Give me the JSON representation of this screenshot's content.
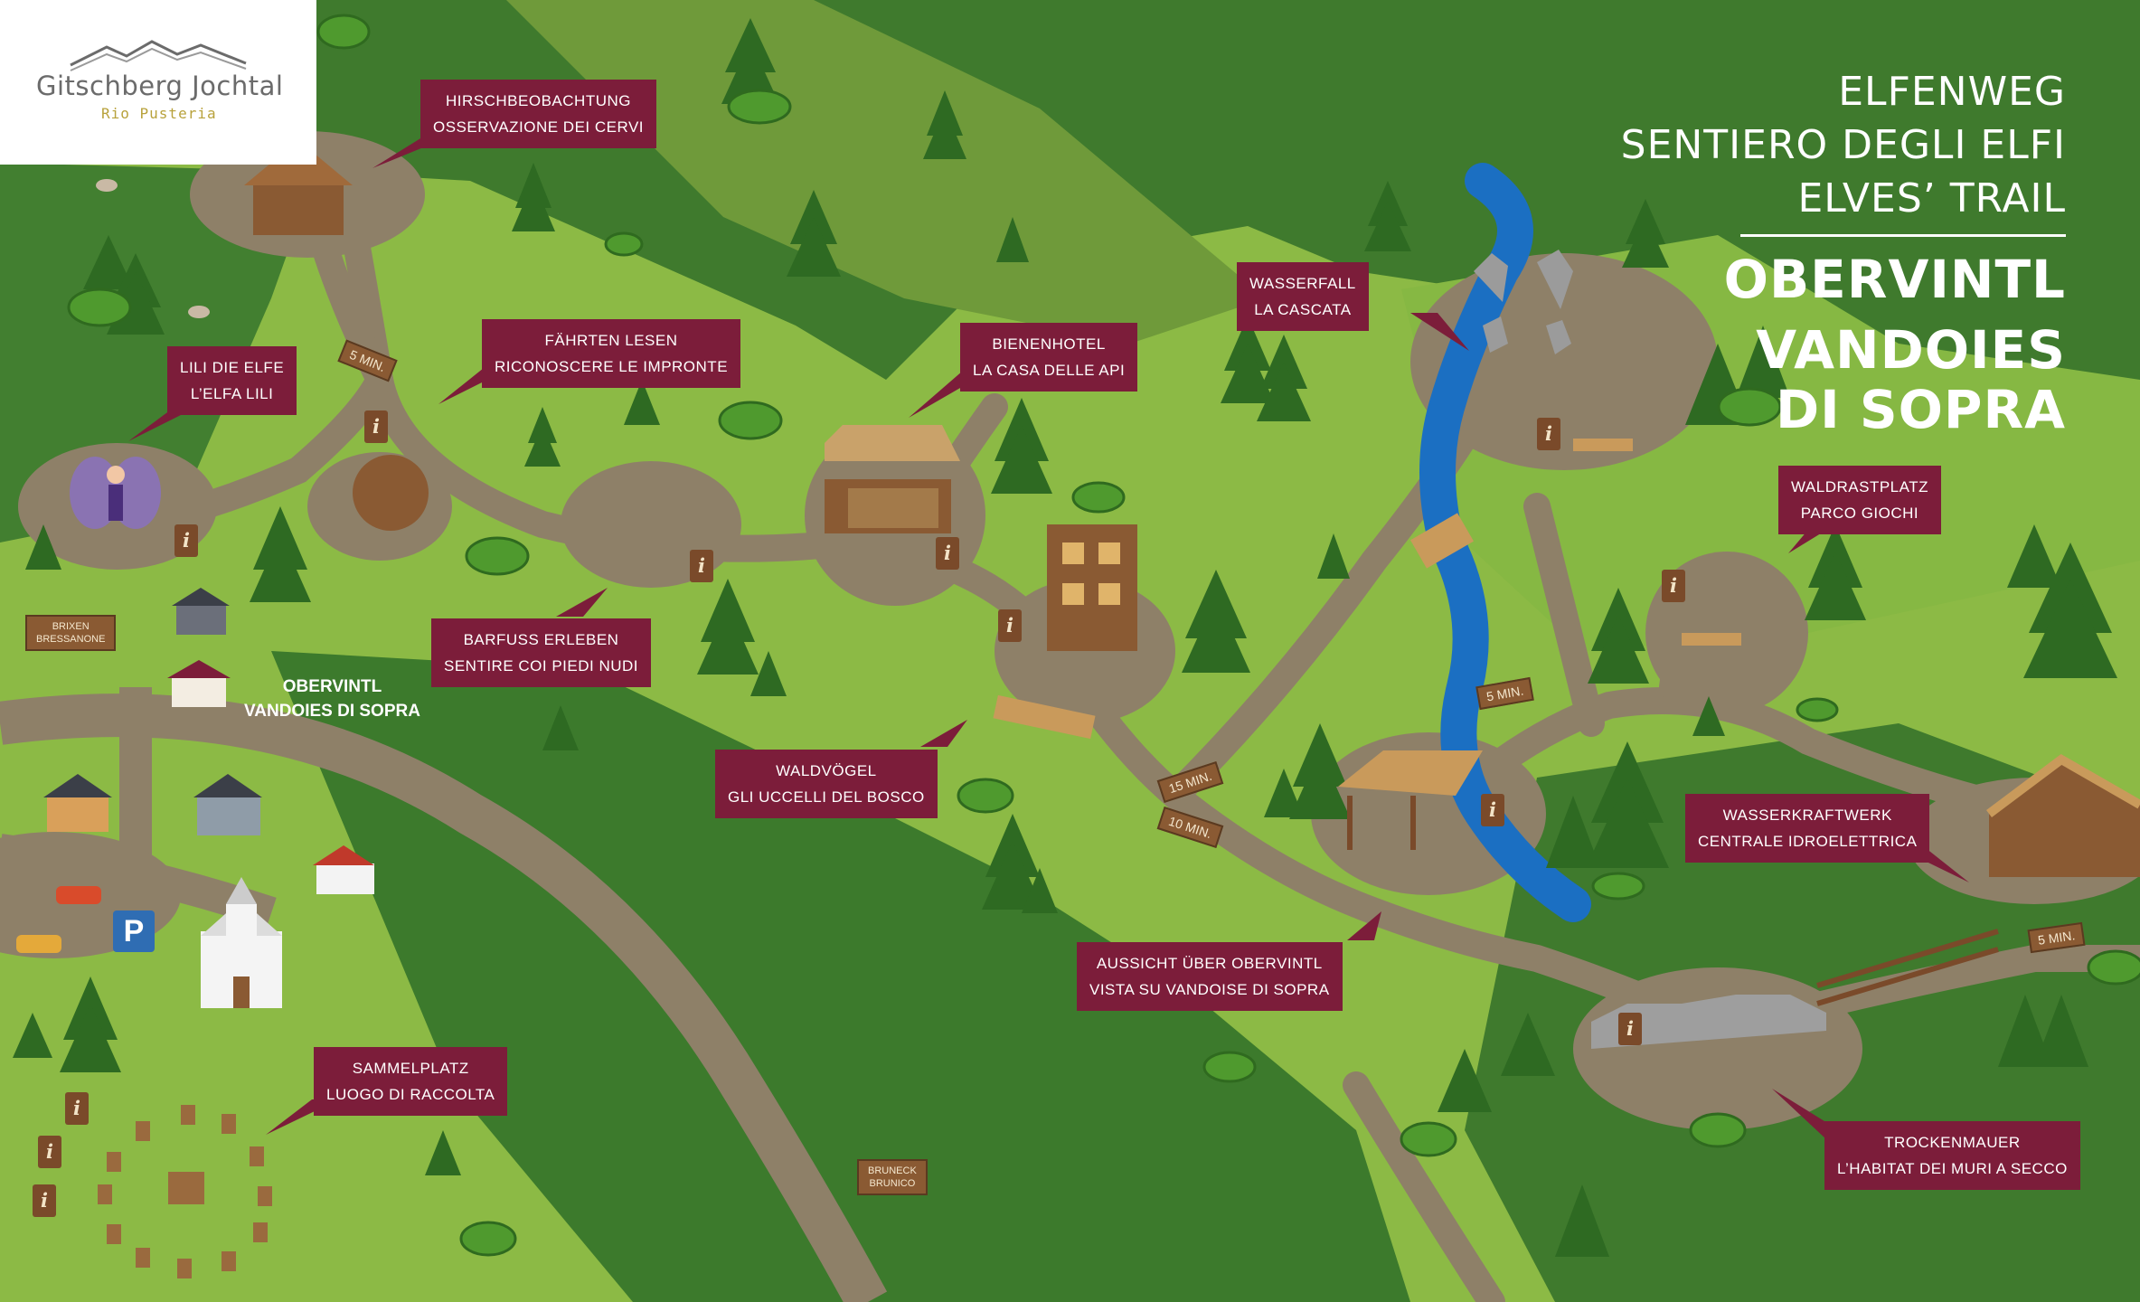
{
  "logo": {
    "name": "Gitschberg Jochtal",
    "sub": "Rio Pusteria",
    "icon": "mountain-outline-icon"
  },
  "title": {
    "line1": "ELFENWEG",
    "line2": "SENTIERO DEGLI ELFI",
    "line3": "ELVES’ TRAIL",
    "big1": "OBERVINTL",
    "big2": "VANDOIES",
    "big3": "DI SOPRA"
  },
  "colors": {
    "label_bg": "#7c1d3a",
    "meadow_light": "#8cba45",
    "meadow_dark": "#3f7a2d",
    "path": "#8e8068",
    "river": "#1b6fc2",
    "wood": "#8a5a33"
  },
  "stations": [
    {
      "de": "HIRSCHBEOBACHTUNG",
      "it": "OSSERVAZIONE DEI CERVI"
    },
    {
      "de": "LILI DIE ELFE",
      "it": "L’ELFA LILI"
    },
    {
      "de": "FÄHRTEN LESEN",
      "it": "RICONOSCERE LE IMPRONTE"
    },
    {
      "de": "BIENENHOTEL",
      "it": "LA CASA DELLE API"
    },
    {
      "de": "WASSERFALL",
      "it": "LA CASCATA"
    },
    {
      "de": "BARFUSS ERLEBEN",
      "it": "SENTIRE COI PIEDI NUDI"
    },
    {
      "de": "WALDVÖGEL",
      "it": "GLI UCCELLI DEL BOSCO"
    },
    {
      "de": "WALDRASTPLATZ",
      "it": "PARCO GIOCHI"
    },
    {
      "de": "WASSERKRAFTWERK",
      "it": "CENTRALE IDROELETTRICA"
    },
    {
      "de": "AUSSICHT ÜBER OBERVINTL",
      "it": "VISTA SU VANDOISE DI SOPRA"
    },
    {
      "de": "SAMMELPLATZ",
      "it": "LUOGO DI RACCOLTA"
    },
    {
      "de": "TROCKENMAUER",
      "it": "L’HABITAT DEI MURI A SECCO"
    }
  ],
  "village": {
    "line1": "OBERVINTL",
    "line2": "VANDOIES DI SOPRA"
  },
  "signs": {
    "brixen": {
      "line1": "BRIXEN",
      "line2": "BRESSANONE"
    },
    "bruneck": {
      "line1": "BRUNECK",
      "line2": "BRUNICO"
    },
    "time_5": "5 MIN.",
    "time_15": "15 MIN.",
    "time_10": "10 MIN."
  },
  "parking": "P",
  "info_glyph": "i"
}
